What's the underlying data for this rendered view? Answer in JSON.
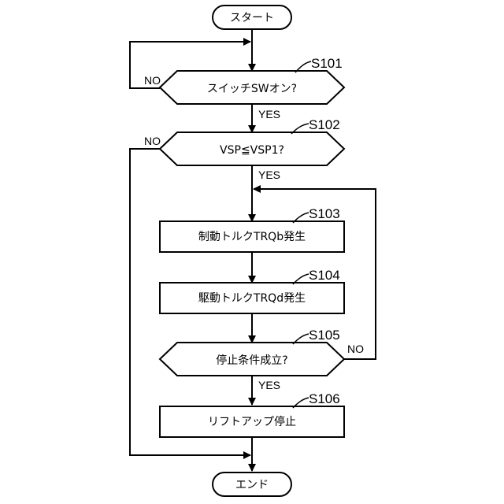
{
  "nodes": {
    "start": "スタート",
    "s101": {
      "id": "S101",
      "text": "スイッチSWオン?"
    },
    "s102": {
      "id": "S102",
      "text": "VSP≦VSP1?"
    },
    "s103": {
      "id": "S103",
      "text": "制動トルクTRQb発生"
    },
    "s104": {
      "id": "S104",
      "text": "駆動トルクTRQd発生"
    },
    "s105": {
      "id": "S105",
      "text": "停止条件成立?"
    },
    "s106": {
      "id": "S106",
      "text": "リフトアップ停止"
    },
    "end": "エンド"
  },
  "branches": {
    "s101_no": "NO",
    "s101_yes": "YES",
    "s102_no": "NO",
    "s102_yes": "YES",
    "s105_no": "NO",
    "s105_yes": "YES"
  }
}
